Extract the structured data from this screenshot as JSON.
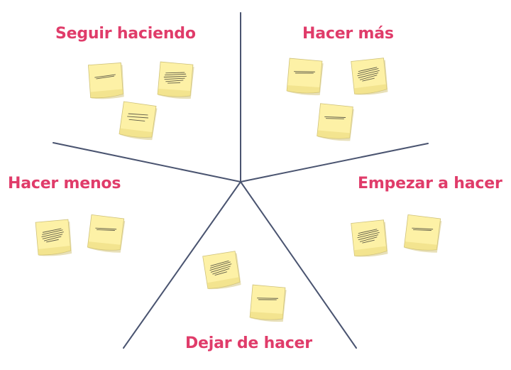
{
  "title": "",
  "colors": {
    "heading": "#e03c6a",
    "divider": "#4a5470",
    "note_fill": "#fdf1a6",
    "note_shadow": "#e9d878",
    "note_scribble": "#2a2a2a"
  },
  "sections": [
    {
      "key": "keep-doing",
      "label": "Seguir haciendo",
      "note_count": 3
    },
    {
      "key": "do-more",
      "label": "Hacer más",
      "note_count": 3
    },
    {
      "key": "do-less",
      "label": "Hacer menos",
      "note_count": 2
    },
    {
      "key": "start-doing",
      "label": "Empezar a hacer",
      "note_count": 2
    },
    {
      "key": "stop-doing",
      "label": "Dejar de hacer",
      "note_count": 2
    }
  ]
}
